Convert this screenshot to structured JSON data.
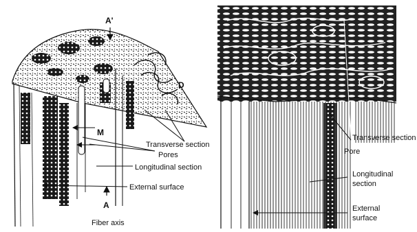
{
  "left_panel": {
    "top_marker": "A'",
    "bottom_marker": "A",
    "m_label": "M",
    "d_label": "D",
    "transverse_section": "Transverse section",
    "pores": "Pores",
    "longitudinal_section": "Longitudinal section",
    "external_surface": "External surface",
    "fiber_axis": "Fiber axis"
  },
  "right_panel": {
    "transverse_section": "Transverse section",
    "pore": "Pore",
    "longitudinal_line1": "Longitudinal",
    "longitudinal_line2": "section",
    "external_line1": "External",
    "external_line2": "surface"
  },
  "colors": {
    "ink": "#111111",
    "paper": "#ffffff"
  }
}
